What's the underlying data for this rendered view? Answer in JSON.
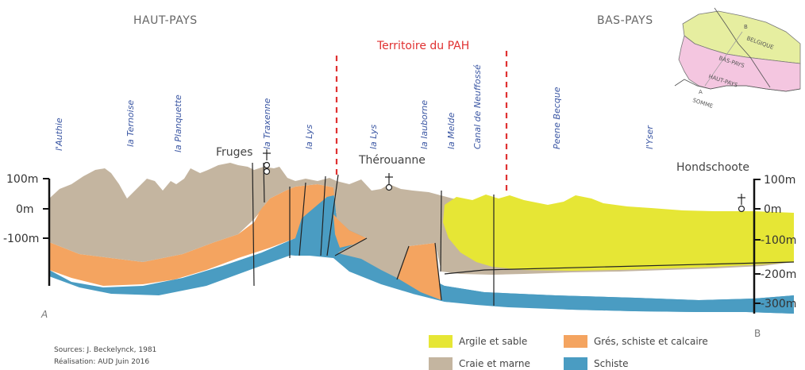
{
  "regions": {
    "left": "HAUT-PAYS",
    "right": "BAS-PAYS"
  },
  "territory": "Territoire du PAH",
  "rivers": [
    "l'Authie",
    "la Ternoise",
    "la Planquette",
    "la Traxenne",
    "la Lys",
    "la Lys",
    "la lauborne",
    "la Melde",
    "Canal de Neuffossé",
    "Peene Becque",
    "l'Yser"
  ],
  "towns": {
    "fruges": "Fruges",
    "therouanne": "Thérouanne",
    "hondschoote": "Hondschoote"
  },
  "axis_left": [
    "100m",
    "0m",
    "-100m"
  ],
  "axis_right": [
    "100m",
    "0m",
    "-100m",
    "-200m",
    "-300m"
  ],
  "corners": {
    "a": "A",
    "b": "B"
  },
  "legend": [
    {
      "label": "Argile et sable",
      "color": "#e6e635"
    },
    {
      "label": "Grés, schiste et calcaire",
      "color": "#f4a460"
    },
    {
      "label": "Craie et marne",
      "color": "#c4b5a0"
    },
    {
      "label": "Schiste",
      "color": "#4a9cc2"
    }
  ],
  "sources": [
    "Sources: J. Beckelynck, 1981",
    "Réalisation: AUD Juin 2016"
  ],
  "map": {
    "belgique": "BELGIQUE",
    "bas_pays": "BAS-PAYS",
    "haut_pays": "HAUT-PAYS",
    "somme": "SOMME",
    "b": "B",
    "a": "A"
  },
  "colors": {
    "clay": "#e6e635",
    "sandstone": "#f4a460",
    "chalk": "#c4b5a0",
    "schist": "#4a9cc2",
    "territory_line": "#e03131",
    "map_yellow": "#e6eea0",
    "map_pink": "#f4c6e0"
  }
}
